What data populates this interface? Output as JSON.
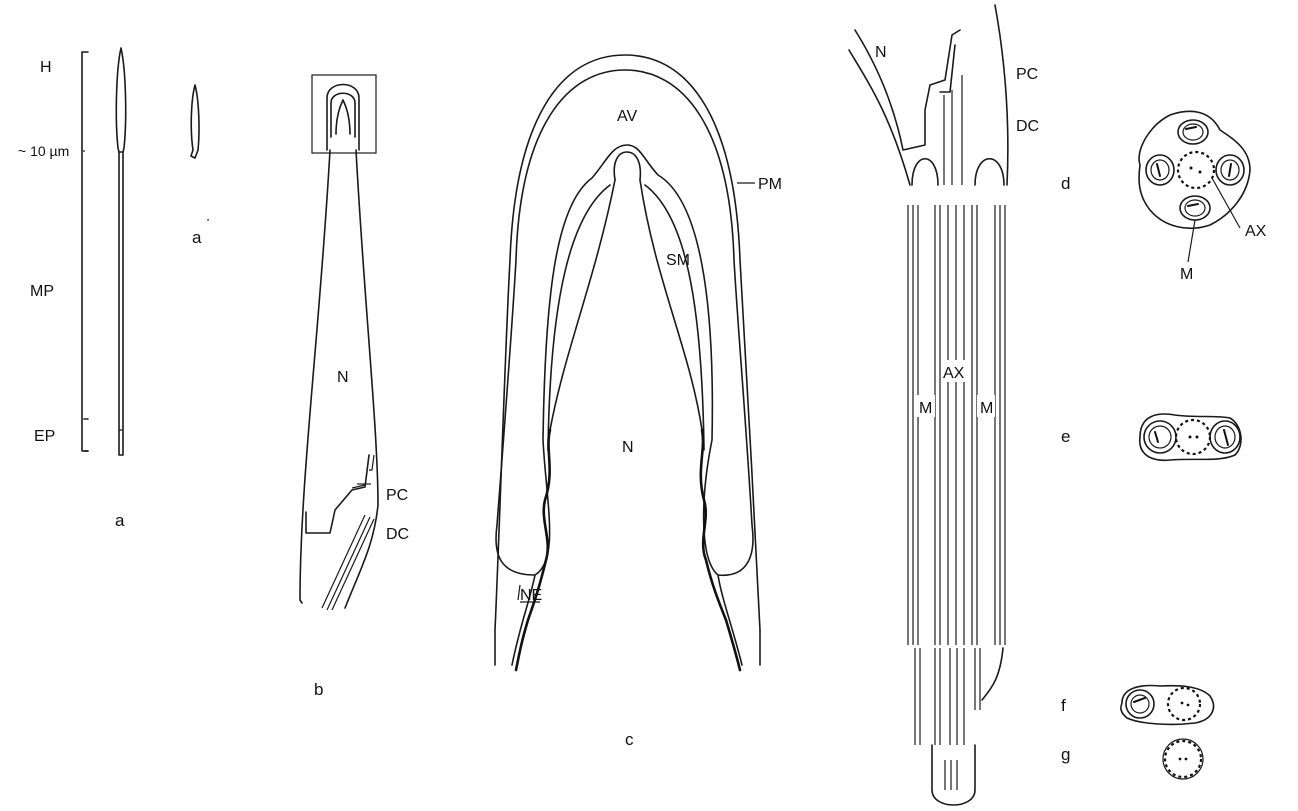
{
  "figure": {
    "panel_labels": {
      "a": "a",
      "a_prime": "a",
      "b": "b",
      "c": "c",
      "d": "d",
      "e": "e",
      "f": "f",
      "g": "g"
    },
    "panel_a": {
      "head": "H",
      "scale": "~ 10 µm",
      "midpiece": "MP",
      "endpiece": "EP"
    },
    "panel_b": {
      "nucleus": "N",
      "proximal_centriole": "PC",
      "distal_centriole": "DC"
    },
    "panel_c": {
      "acrosomal_vesicle": "AV",
      "plasma_membrane": "PM",
      "subacrosomal_material": "SM",
      "nucleus": "N",
      "nuclear_envelope": "NE"
    },
    "panel_d_long": {
      "nucleus": "N",
      "proximal_centriole": "PC",
      "distal_centriole": "DC",
      "axoneme": "AX",
      "mito_left": "M",
      "mito_right": "M"
    },
    "panel_d_section": {
      "axoneme": "AX",
      "mitochondrion": "M"
    }
  }
}
